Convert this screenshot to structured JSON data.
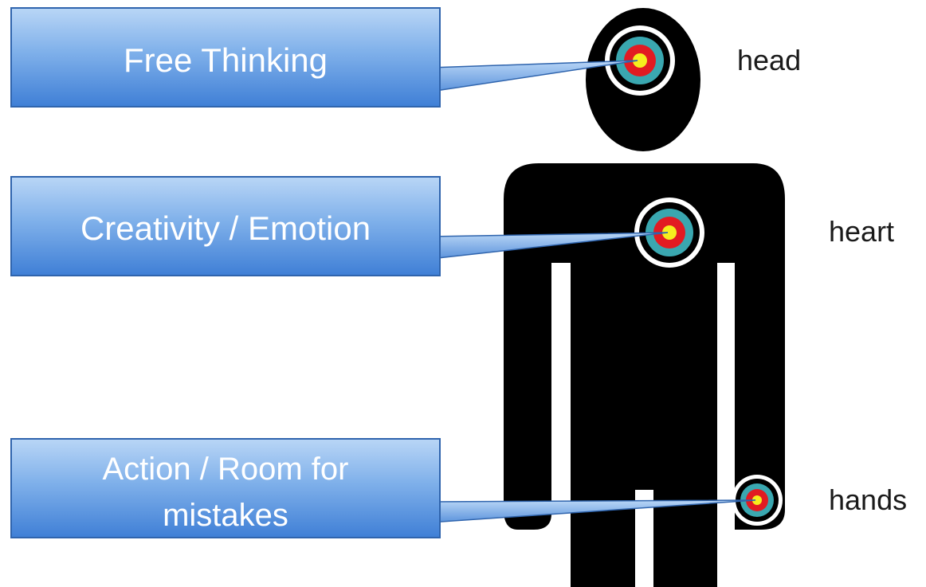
{
  "callouts": [
    {
      "id": "free-thinking",
      "lines": [
        "Free Thinking"
      ]
    },
    {
      "id": "creativity-emotion",
      "lines": [
        "Creativity / Emotion"
      ]
    },
    {
      "id": "action-room",
      "lines": [
        "Action / Room for",
        "mistakes"
      ]
    }
  ],
  "body_labels": {
    "head": "head",
    "heart": "heart",
    "hands": "hands"
  },
  "colors": {
    "callout_top": "#a9ccf3",
    "callout_bottom": "#3f7fd6",
    "callout_edge": "#2f64ad",
    "figure": "#000000",
    "target_outer": "#ffffff",
    "target_teal": "#3aa7b0",
    "target_red": "#e21b22",
    "target_yellow": "#f5ee1e"
  }
}
